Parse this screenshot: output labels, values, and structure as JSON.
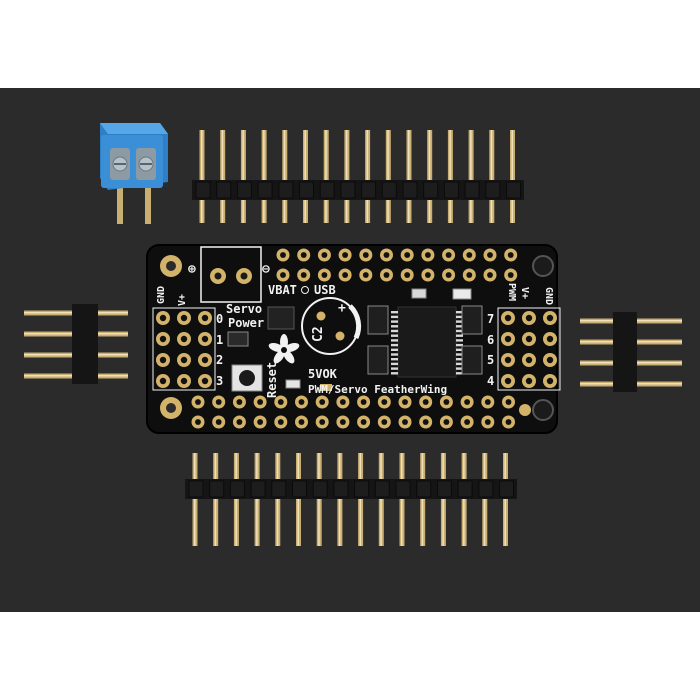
{
  "photo": {
    "colors": {
      "background_outer": "#ffffff",
      "mat": "#2b2b2b",
      "pcb": "#0e0e0e",
      "silkscreen": "#f2f2f2",
      "gold_pad": "#d3b26a",
      "pin_gold": "#c9ae72",
      "header_plastic": "#151515",
      "terminal_blue": "#3b8fd6"
    },
    "board": {
      "title": "PWM/Servo FeatherWing",
      "labels": {
        "vbat": "VBAT",
        "usb": "USB",
        "servo": "Servo",
        "power": "Power",
        "reset": "Reset",
        "c2": "C2",
        "plus": "+",
        "fivev_ok": "5VOK",
        "gnd_left": "GND",
        "vplus_left": "V+",
        "pwm_right": "PWM",
        "vplus_right": "V+",
        "gnd_right": "GND",
        "plus_circle": "⊕",
        "minus_circle": "⊖"
      },
      "left_channels": [
        "0",
        "1",
        "2",
        "3"
      ],
      "right_channels": [
        "7",
        "6",
        "5",
        "4"
      ]
    }
  }
}
